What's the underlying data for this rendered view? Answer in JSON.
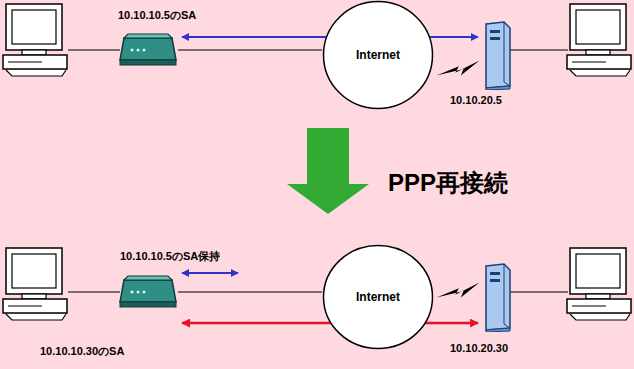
{
  "diagram": {
    "nodes": [
      {
        "text": [
          "Internet"
        ]
      },
      {
        "text": [
          "Internet"
        ]
      }
    ],
    "labels": [
      "10.10.10.5のSA",
      "10.10.20.5",
      "PPP再接続",
      "10.10.10.5のSA保持",
      "10.10.10.30のSA",
      "10.10.20.30"
    ]
  }
}
